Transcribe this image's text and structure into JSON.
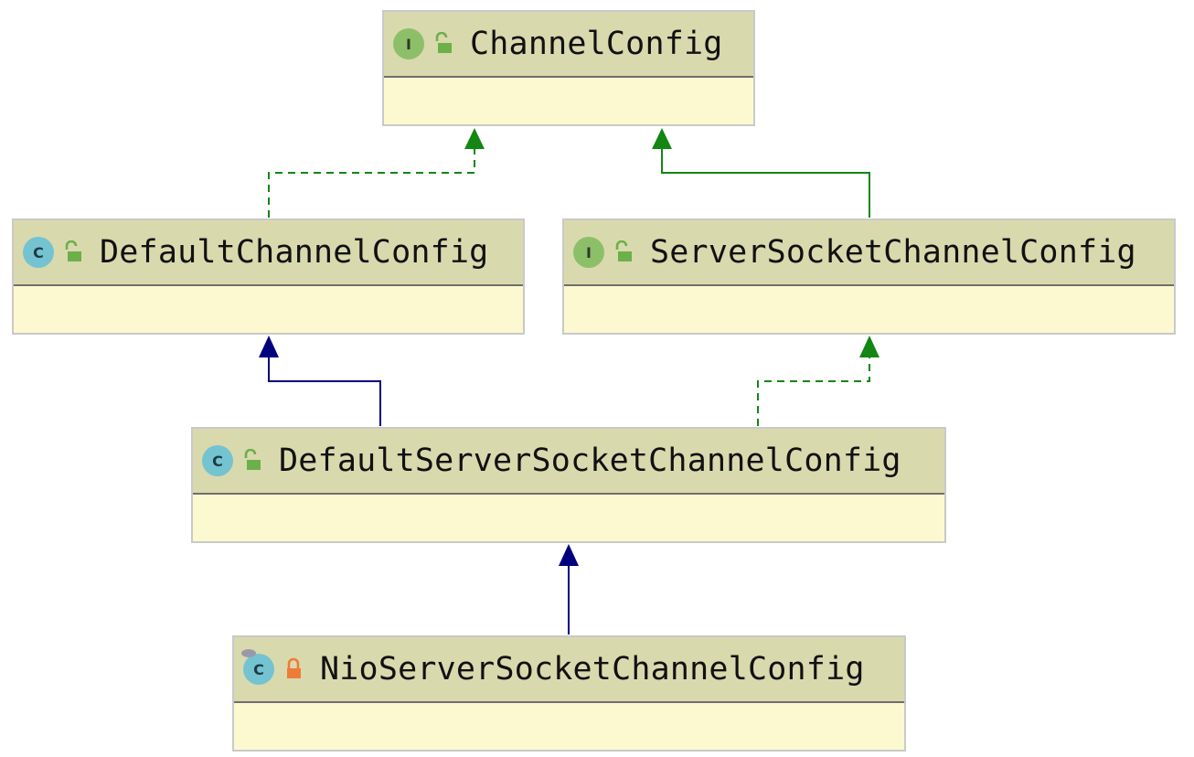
{
  "colors": {
    "header": "#d9d9ae",
    "body": "#fcf9d0",
    "implements_edge": "#138613",
    "extends_edge": "#00007f",
    "interface_badge": "#8dbf68",
    "class_badge": "#74c3d1",
    "public_lock": "#6cb04a",
    "private_lock": "#ee7b3a"
  },
  "nodes": {
    "channel_config": {
      "name": "ChannelConfig",
      "kind_letter": "I",
      "kind": "interface",
      "visibility_icon": "unlocked-lock-icon"
    },
    "default_channel_config": {
      "name": "DefaultChannelConfig",
      "kind_letter": "C",
      "kind": "class",
      "visibility_icon": "unlocked-lock-icon"
    },
    "server_socket_channel_config": {
      "name": "ServerSocketChannelConfig",
      "kind_letter": "I",
      "kind": "interface",
      "visibility_icon": "unlocked-lock-icon"
    },
    "default_server_socket_channel_config": {
      "name": "DefaultServerSocketChannelConfig",
      "kind_letter": "C",
      "kind": "class",
      "visibility_icon": "unlocked-lock-icon"
    },
    "nio_server_socket_channel_config": {
      "name": "NioServerSocketChannelConfig",
      "kind_letter": "C",
      "kind": "class",
      "visibility_icon": "locked-lock-icon"
    }
  },
  "edges": [
    {
      "from": "default_channel_config",
      "to": "channel_config",
      "relation": "implements"
    },
    {
      "from": "server_socket_channel_config",
      "to": "channel_config",
      "relation": "extends"
    },
    {
      "from": "default_server_socket_channel_config",
      "to": "default_channel_config",
      "relation": "extends"
    },
    {
      "from": "default_server_socket_channel_config",
      "to": "server_socket_channel_config",
      "relation": "implements"
    },
    {
      "from": "nio_server_socket_channel_config",
      "to": "default_server_socket_channel_config",
      "relation": "extends"
    }
  ]
}
